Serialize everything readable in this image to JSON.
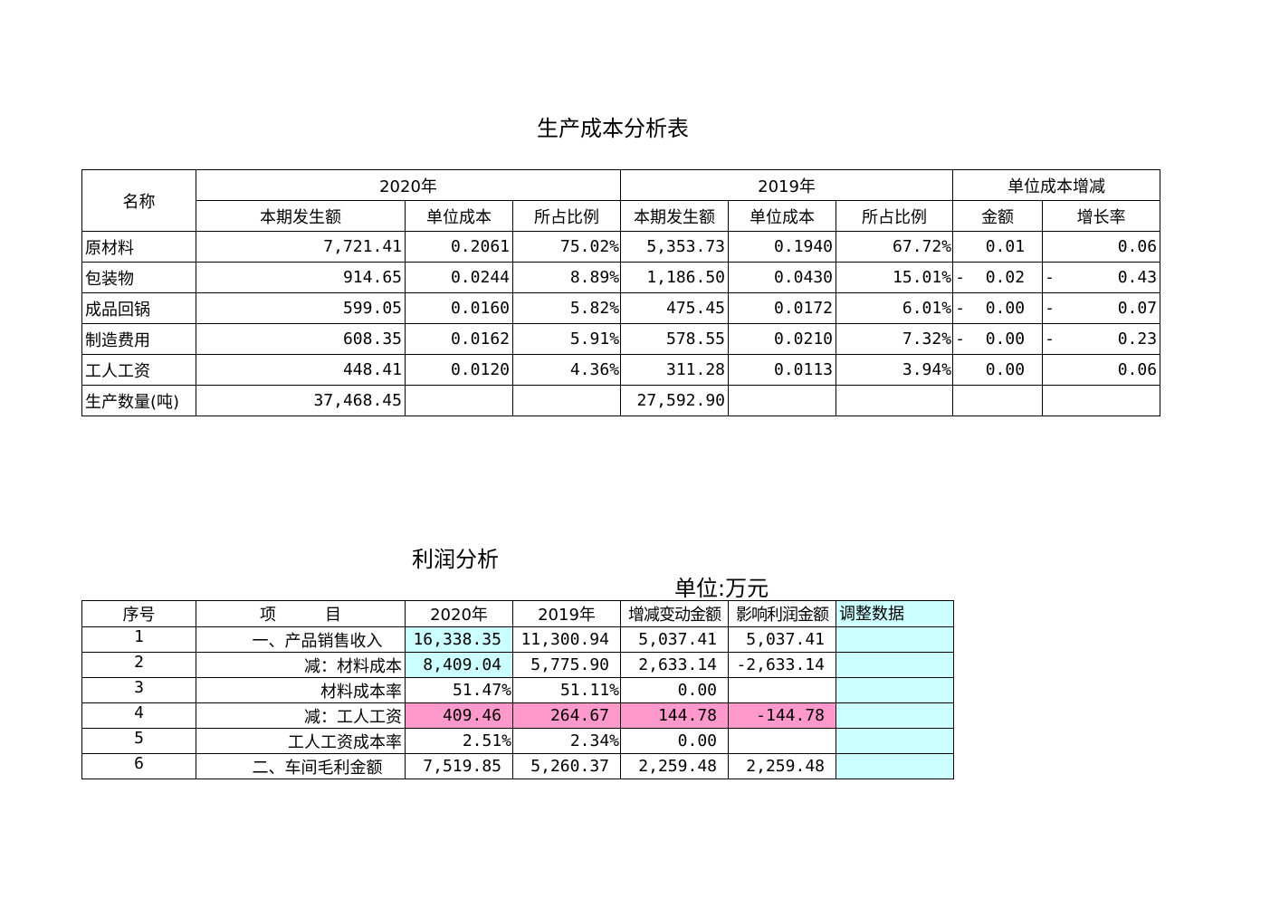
{
  "cost_table": {
    "title": "生产成本分析表",
    "header": {
      "name": "名称",
      "y2020": "2020年",
      "y2019": "2019年",
      "change": "单位成本增减",
      "sub": [
        "本期发生额",
        "单位成本",
        "所占比例",
        "本期发生额",
        "单位成本",
        "所占比例",
        "金额",
        "增长率"
      ]
    },
    "rows": [
      {
        "name": "原材料",
        "a2020": "7,721.41",
        "u2020": "0.2061",
        "p2020": "75.02%",
        "a2019": "5,353.73",
        "u2019": "0.1940",
        "p2019": "67.72%",
        "amt_sign": "",
        "amt": "0.01",
        "rate_sign": "",
        "rate": "0.06"
      },
      {
        "name": "包装物",
        "a2020": "914.65",
        "u2020": "0.0244",
        "p2020": "8.89%",
        "a2019": "1,186.50",
        "u2019": "0.0430",
        "p2019": "15.01%",
        "amt_sign": "-",
        "amt": "0.02",
        "rate_sign": "-",
        "rate": "0.43"
      },
      {
        "name": "成品回锅",
        "a2020": "599.05",
        "u2020": "0.0160",
        "p2020": "5.82%",
        "a2019": "475.45",
        "u2019": "0.0172",
        "p2019": "6.01%",
        "amt_sign": "-",
        "amt": "0.00",
        "rate_sign": "-",
        "rate": "0.07"
      },
      {
        "name": "制造费用",
        "a2020": "608.35",
        "u2020": "0.0162",
        "p2020": "5.91%",
        "a2019": "578.55",
        "u2019": "0.0210",
        "p2019": "7.32%",
        "amt_sign": "-",
        "amt": "0.00",
        "rate_sign": "-",
        "rate": "0.23"
      },
      {
        "name": "工人工资",
        "a2020": "448.41",
        "u2020": "0.0120",
        "p2020": "4.36%",
        "a2019": "311.28",
        "u2019": "0.0113",
        "p2019": "3.94%",
        "amt_sign": "",
        "amt": "0.00",
        "rate_sign": "",
        "rate": "0.06"
      },
      {
        "name": "生产数量(吨)",
        "a2020": "37,468.45",
        "u2020": "",
        "p2020": "",
        "a2019": "27,592.90",
        "u2019": "",
        "p2019": "",
        "amt_sign": "",
        "amt": "",
        "rate_sign": "",
        "rate": ""
      }
    ]
  },
  "profit_table": {
    "title": "利润分析",
    "unit": "单位:万元",
    "header": [
      "序号",
      "项　　　目",
      "2020年",
      "2019年",
      "增减变动金额",
      "影响利润金额",
      "调整数据"
    ],
    "rows": [
      {
        "no": "1",
        "item": "一、产品销售收入",
        "y2020": "16,338.35",
        "y2019": "11,300.94",
        "diff": "5,037.41",
        "impact": "5,037.41",
        "adjust": ""
      },
      {
        "no": "2",
        "item": "减：材料成本",
        "y2020": "8,409.04",
        "y2019": "5,775.90",
        "diff": "2,633.14",
        "impact": "-2,633.14",
        "adjust": ""
      },
      {
        "no": "3",
        "item": "材料成本率",
        "y2020": "51.47%",
        "y2019": "51.11%",
        "diff": "0.00",
        "impact": "",
        "adjust": ""
      },
      {
        "no": "4",
        "item": "减：工人工资",
        "y2020": "409.46",
        "y2019": "264.67",
        "diff": "144.78",
        "impact": "-144.78",
        "adjust": ""
      },
      {
        "no": "5",
        "item": "工人工资成本率",
        "y2020": "2.51%",
        "y2019": "2.34%",
        "diff": "0.00",
        "impact": "",
        "adjust": ""
      },
      {
        "no": "6",
        "item": "二、车间毛利金额",
        "y2020": "7,519.85",
        "y2019": "5,260.37",
        "diff": "2,259.48",
        "impact": "2,259.48",
        "adjust": ""
      }
    ],
    "colors": {
      "highlight_cyan": "#ccffff",
      "highlight_pink": "#ff99cc"
    }
  }
}
